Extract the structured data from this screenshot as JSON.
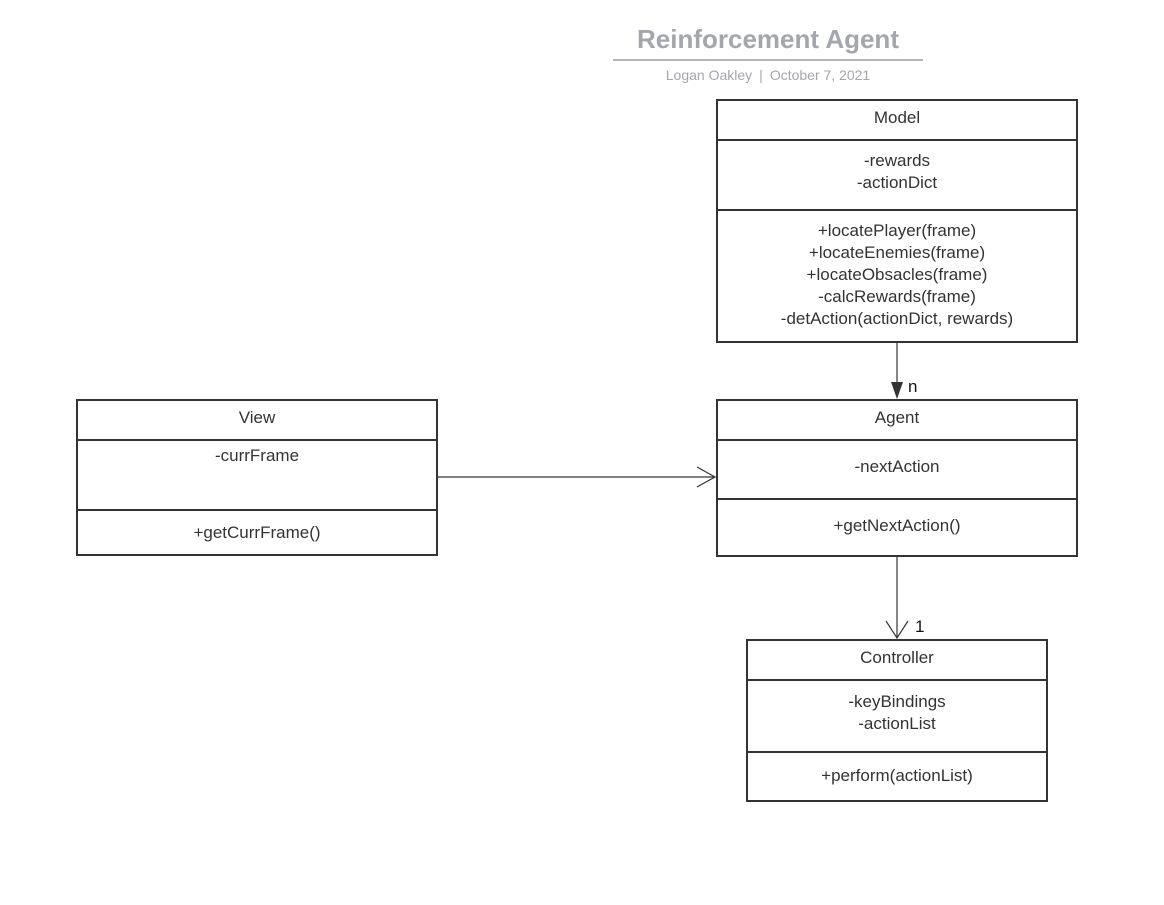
{
  "header": {
    "title": "Reinforcement Agent",
    "author": "Logan Oakley",
    "separator": "|",
    "date": "October 7, 2021"
  },
  "classes": {
    "model": {
      "name": "Model",
      "attributes": [
        "-rewards",
        "-actionDict"
      ],
      "methods": [
        "+locatePlayer(frame)",
        "+locateEnemies(frame)",
        "+locateObsacles(frame)",
        "-calcRewards(frame)",
        "-detAction(actionDict, rewards)"
      ]
    },
    "view": {
      "name": "View",
      "attributes": [
        "-currFrame"
      ],
      "methods": [
        "+getCurrFrame()"
      ]
    },
    "agent": {
      "name": "Agent",
      "attributes": [
        "-nextAction"
      ],
      "methods": [
        "+getNextAction()"
      ]
    },
    "controller": {
      "name": "Controller",
      "attributes": [
        "-keyBindings",
        "-actionList"
      ],
      "methods": [
        "+perform(actionList)"
      ]
    }
  },
  "relations": {
    "model_to_agent": {
      "multiplicity": "n"
    },
    "view_to_agent": {
      "multiplicity": ""
    },
    "agent_to_controller": {
      "multiplicity": "1"
    }
  },
  "colors": {
    "line": "#333333",
    "title": "#a3a6ad"
  }
}
